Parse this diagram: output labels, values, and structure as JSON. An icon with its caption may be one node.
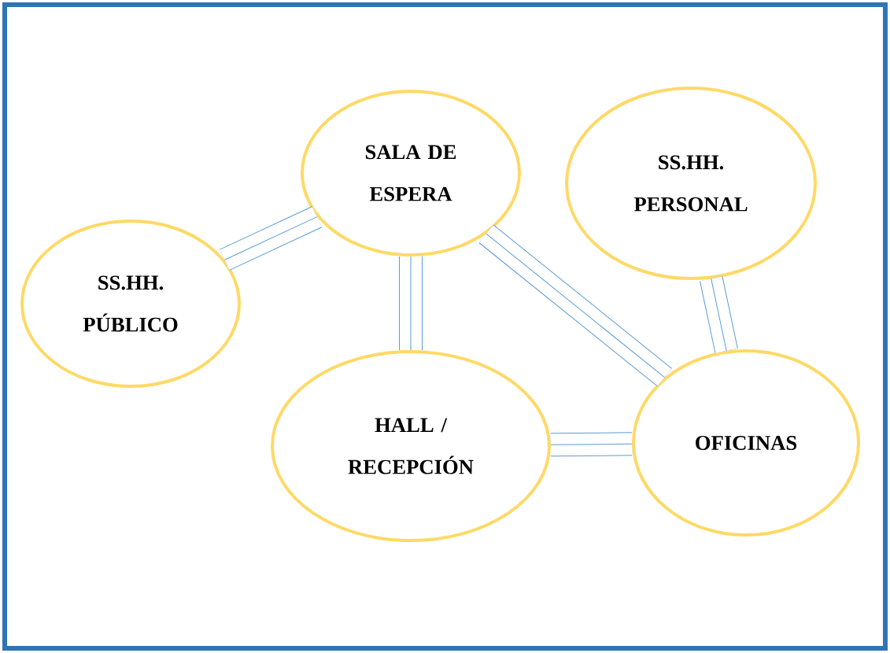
{
  "diagram": {
    "nodes": [
      {
        "text": [
          "SALA DE ESPERA"
        ]
      },
      {
        "text": [
          "SS.HH. PERSONAL"
        ]
      },
      {
        "text": [
          "SS.HH. PÚBLICO"
        ]
      },
      {
        "text": [
          "HALL / RECEPCIÓN"
        ]
      },
      {
        "text": [
          "OFICINAS"
        ]
      }
    ],
    "edges": [
      {
        "from": 0,
        "to": 2,
        "arrow": "none"
      },
      {
        "from": 0,
        "to": 3,
        "arrow": "none"
      },
      {
        "from": 0,
        "to": 4,
        "arrow": "none"
      },
      {
        "from": 1,
        "to": 4,
        "arrow": "none"
      },
      {
        "from": 3,
        "to": 4,
        "arrow": "none"
      }
    ]
  }
}
